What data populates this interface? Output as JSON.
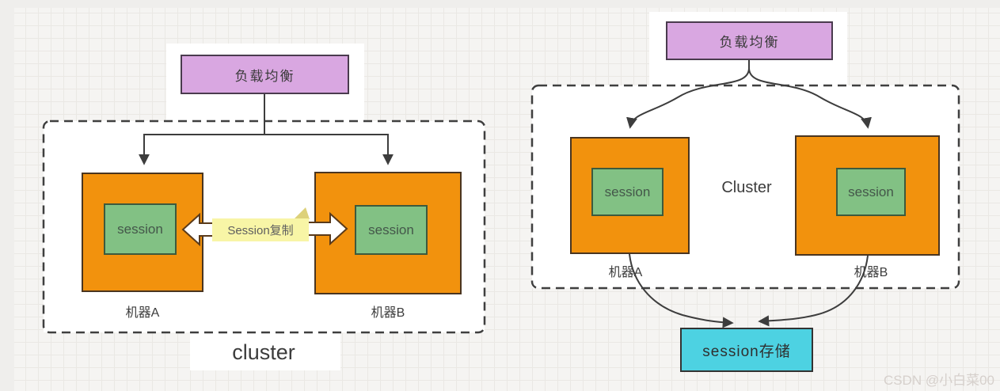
{
  "left": {
    "load_balancer": "负载均衡",
    "machine_a_label": "机器A",
    "machine_b_label": "机器B",
    "session_a": "session",
    "session_b": "session",
    "replication_note": "Session复制",
    "cluster_label": "cluster"
  },
  "right": {
    "load_balancer": "负载均衡",
    "machine_a_label": "机器A",
    "machine_b_label": "机器B",
    "session_a": "session",
    "session_b": "session",
    "cluster_label": "Cluster",
    "session_store": "session存储"
  },
  "watermark": "CSDN @小白菜00",
  "colors": {
    "load_balancer_fill": "#d9a7e1",
    "machine_fill": "#f2920d",
    "session_fill": "#82c184",
    "session_store_fill": "#4dd2e2",
    "note_fill": "#f8f5a6",
    "line": "#3d3d3d",
    "grid_line": "#eae8e4",
    "background": "#f5f4f2"
  }
}
